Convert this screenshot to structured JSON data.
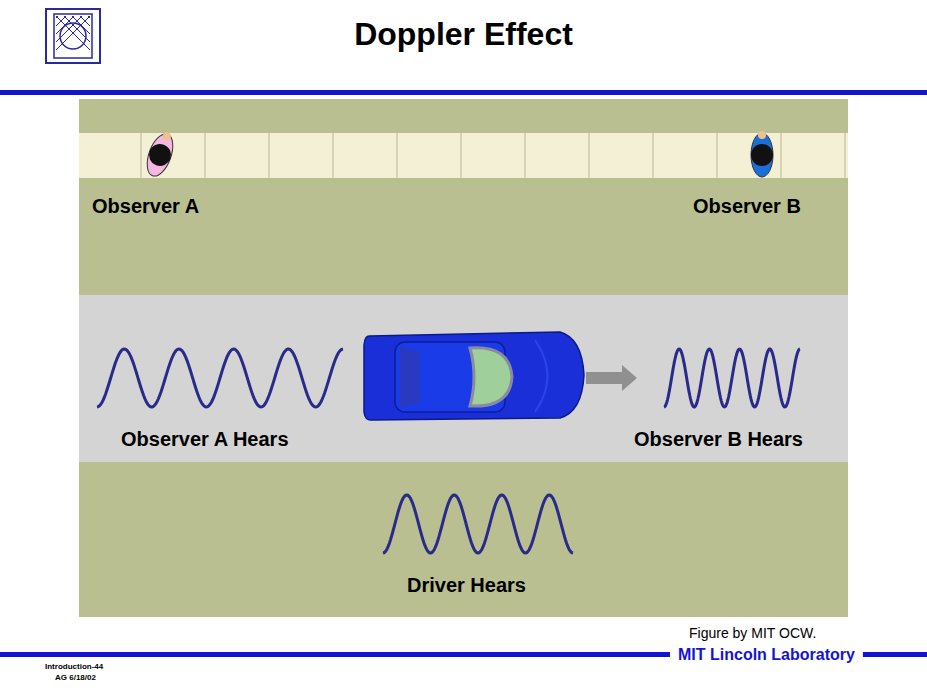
{
  "diagram": {
    "title": "Doppler Effect",
    "labels": [
      "Observer A",
      "Observer B",
      "Observer A Hears",
      "Observer B Hears",
      "Driver Hears",
      "Figure by MIT OCW.",
      "MIT Lincoln Laboratory",
      "Introduction-44",
      "AG 6/18/02"
    ]
  }
}
